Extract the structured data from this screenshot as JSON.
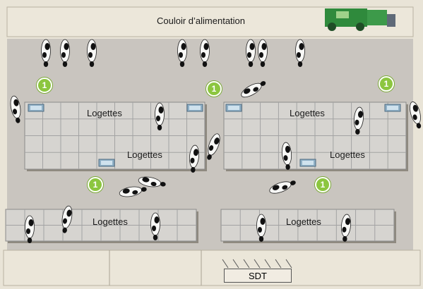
{
  "labels": {
    "corridor": "Couloir d’alimentation",
    "stalls": "Logettes",
    "sdt": "SDT"
  },
  "badge": "1",
  "colors": {
    "floor": "#c9c5bf",
    "wall": "#e9e4d7",
    "stall_grid": "#9a9a9a",
    "badge": "#8cc63f",
    "tractor": "#2f8a3c"
  },
  "icons": [
    "cow-icon",
    "water-trough-icon",
    "tractor-icon",
    "number-badge-icon"
  ]
}
